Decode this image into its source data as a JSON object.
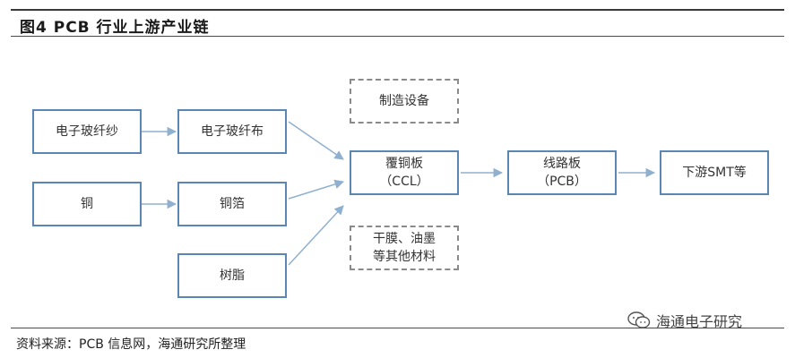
{
  "header": {
    "title": "图4  PCB 行业上游产业链"
  },
  "diagram": {
    "nodes": {
      "glass_yarn": "电子玻纤纱",
      "glass_cloth": "电子玻纤布",
      "copper": "铜",
      "copper_foil": "铜箔",
      "resin": "树脂",
      "equipment": "制造设备",
      "ccl_line1": "覆铜板",
      "ccl_line2": "（CCL）",
      "pcb_line1": "线路板",
      "pcb_line2": "（PCB）",
      "downstream": "下游SMT等",
      "other_line1": "干膜、油墨",
      "other_line2": "等其他材料"
    },
    "colors": {
      "box_border": "#5a86b3",
      "dashed_border": "#8a8a8a",
      "arrow": "#8fb0cf"
    }
  },
  "footer": {
    "source": "资料来源：PCB 信息网，海通研究所整理",
    "watermark": "海通电子研究",
    "watermark_icon": "wechat-icon"
  }
}
